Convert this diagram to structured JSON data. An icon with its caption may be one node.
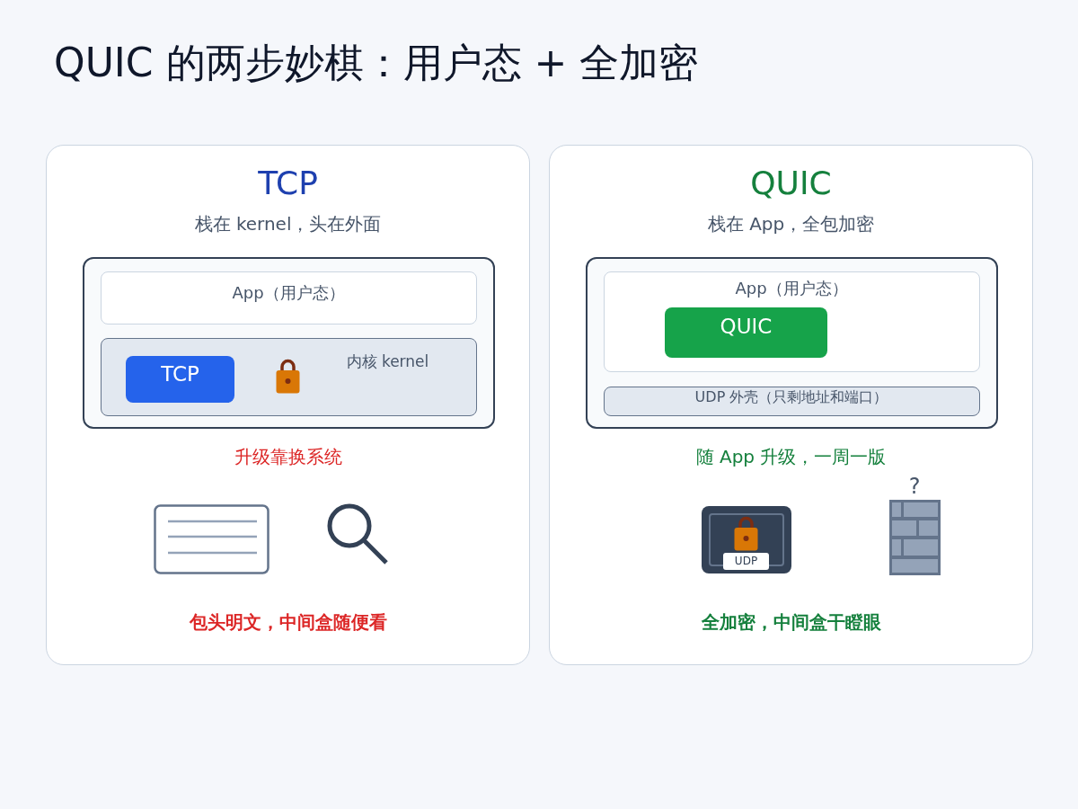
{
  "diagram": {
    "title": "QUIC 的两步妙棋：用户态 + 全加密",
    "nodes": [
      {
        "text": [
          "TCP",
          "栈在 kernel，头在外面",
          "升级靠换系统",
          "包头明文，中间盒随便看"
        ]
      },
      {
        "text": [],
        "shape": "box",
        "in": 0
      },
      {
        "text": [
          "App（用户态）"
        ],
        "in": 1
      },
      {
        "text": [
          "内核 kernel"
        ],
        "in": 1
      },
      {
        "text": [
          "TCP"
        ],
        "in": 3
      },
      {
        "text": [
          "QUIC",
          "栈在 App，全包加密",
          "随 App 升级，一周一版",
          "全加密，中间盒干瞪眼"
        ]
      },
      {
        "text": [],
        "shape": "box",
        "in": 5
      },
      {
        "text": [
          "App（用户态）"
        ],
        "in": 6
      },
      {
        "text": [
          "QUIC"
        ],
        "in": 7
      },
      {
        "text": [
          "UDP 外壳（只剩地址和端口）"
        ],
        "in": 6
      }
    ],
    "labels": [
      "UDP",
      "?"
    ]
  }
}
